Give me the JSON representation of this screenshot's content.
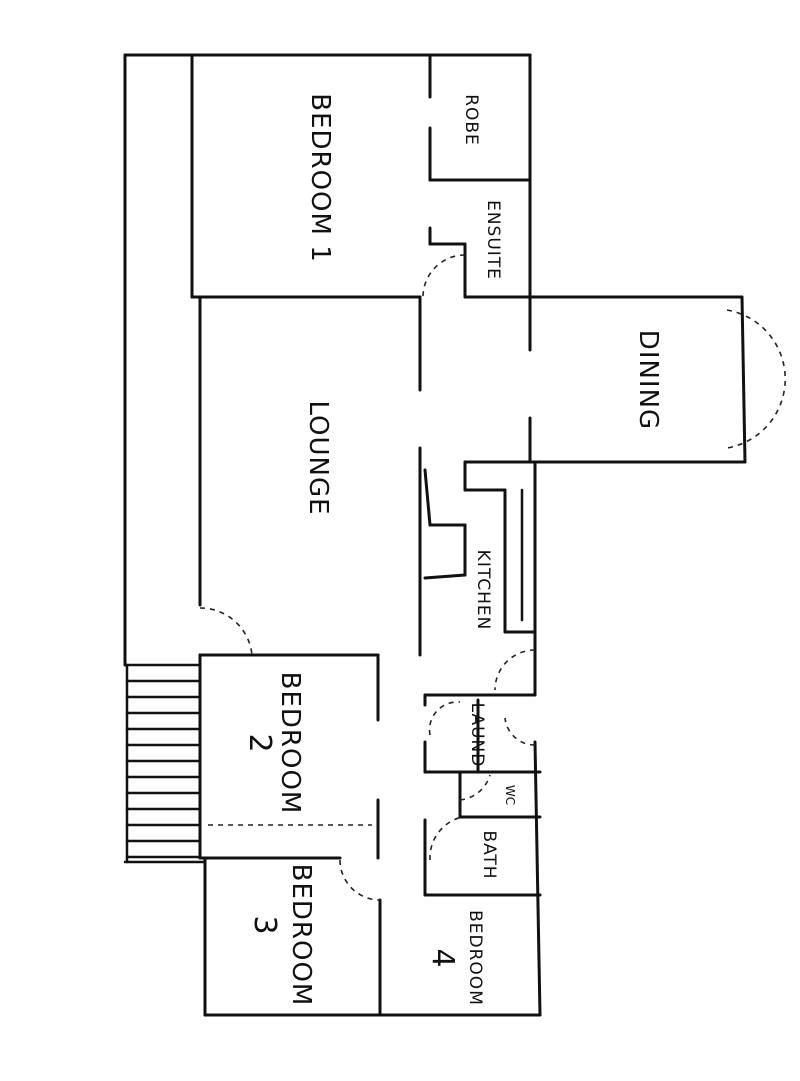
{
  "plan_title": "Floor plan sketch",
  "rooms": {
    "bedroom1": "BEDROOM 1",
    "robe": "ROBE",
    "ensuite": "ENSUITE",
    "dining": "DINING",
    "lounge": "LOUNGE",
    "kitchen": "KITCHEN",
    "bedroom2": "BEDROOM",
    "bedroom2_num": "2",
    "laund": "LAUND",
    "wc": "WC",
    "bath": "BATH",
    "bedroom3": "BEDROOM",
    "bedroom3_num": "3",
    "bedroom4": "BEDROOM",
    "bedroom4_num": "4"
  },
  "colors": {
    "ink": "#111111",
    "paper": "#ffffff"
  }
}
